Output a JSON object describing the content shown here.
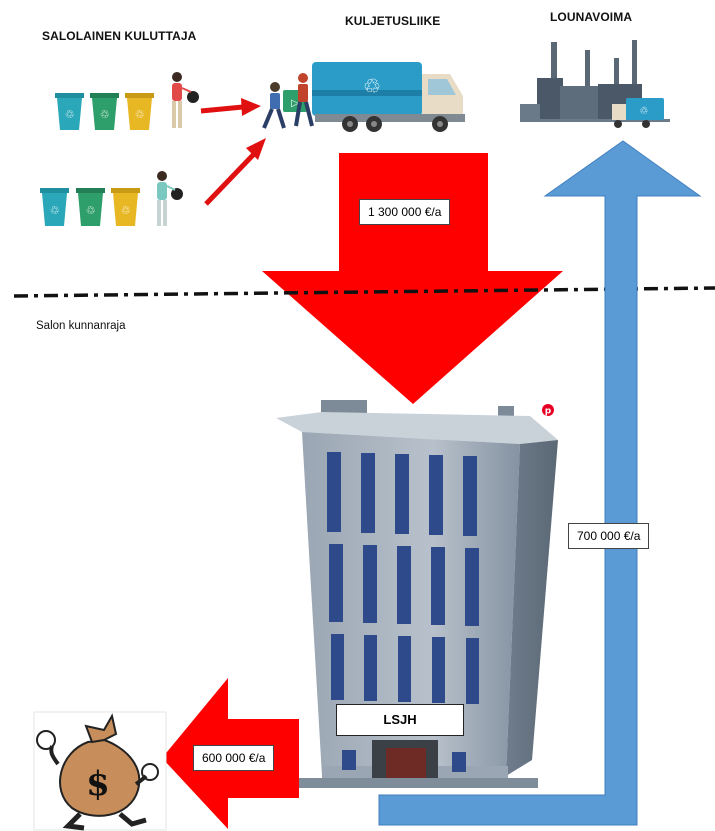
{
  "labels": {
    "consumer": "SALOLAINEN KULUTTAJA",
    "transport": "KULJETUSLIIKE",
    "plant": "LOUNAVOIMA",
    "border": "Salon kunnanraja",
    "building": "LSJH"
  },
  "flows": {
    "to_lsjh": "1 300 000 €/a",
    "to_lounavoima": "700 000 €/a",
    "to_municipality": "600 000 €/a"
  },
  "colors": {
    "red_arrow": "#ff0000",
    "blue_arrow": "#5b9bd5",
    "bin_teal": "#2aa7b8",
    "bin_green": "#2e9e6a",
    "bin_yellow": "#e8b824",
    "truck": "#2b9cc8",
    "building": "#8a98a8"
  },
  "icons": [
    "recycling-bin-icon",
    "person-with-bag-icon",
    "workers-carrying-bin-icon",
    "garbage-truck-icon",
    "factory-icon",
    "office-building-icon",
    "money-bag-icon",
    "pinterest-icon"
  ]
}
